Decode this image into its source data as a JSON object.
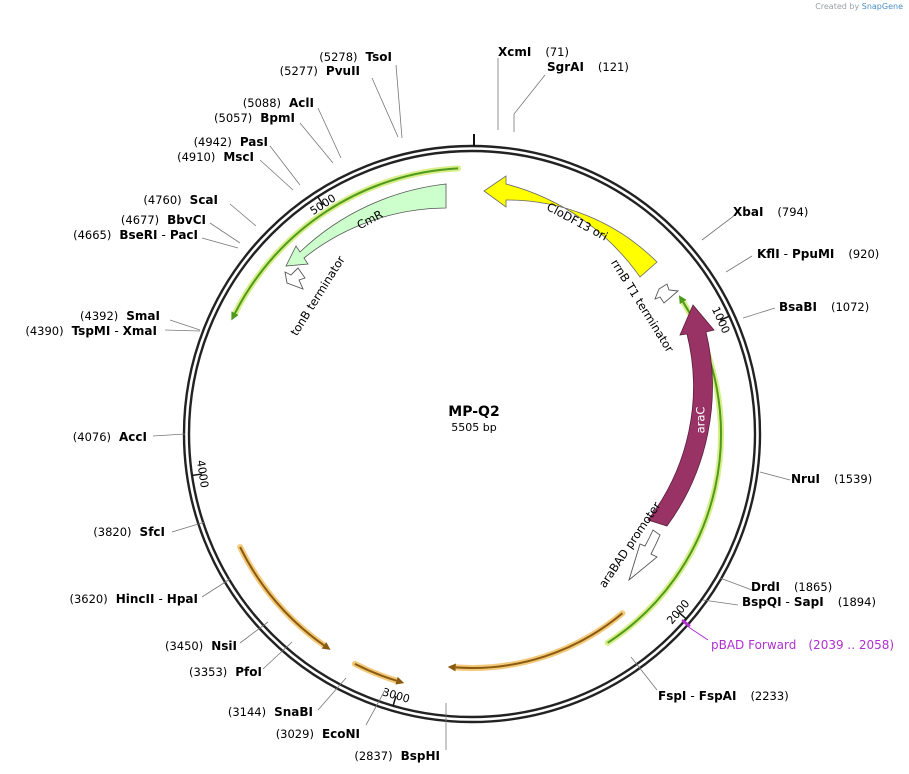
{
  "credit": {
    "prefix": "Created by",
    "brand": "SnapGene"
  },
  "plasmid": {
    "name": "MP-Q2",
    "length": "5505 bp",
    "total_bp": 5505
  },
  "ticks": [
    {
      "label": "1000",
      "bp": 1000
    },
    {
      "label": "2000",
      "bp": 2000
    },
    {
      "label": "3000",
      "bp": 3000
    },
    {
      "label": "4000",
      "bp": 4000
    },
    {
      "label": "5000",
      "bp": 5000
    }
  ],
  "enzymes": [
    {
      "id": "xcmi",
      "names": [
        "XcmI"
      ],
      "pos": "(71)",
      "bp": 71
    },
    {
      "id": "sgrai",
      "names": [
        "SgrAI"
      ],
      "pos": "(121)",
      "bp": 121
    },
    {
      "id": "xbai",
      "names": [
        "XbaI"
      ],
      "pos": "(794)",
      "bp": 794
    },
    {
      "id": "kfli",
      "names": [
        "KflI",
        "PpuMI"
      ],
      "pos": "(920)",
      "bp": 920
    },
    {
      "id": "bsabi",
      "names": [
        "BsaBI"
      ],
      "pos": "(1072)",
      "bp": 1072
    },
    {
      "id": "nrui",
      "names": [
        "NruI"
      ],
      "pos": "(1539)",
      "bp": 1539
    },
    {
      "id": "drdi",
      "names": [
        "DrdI"
      ],
      "pos": "(1865)",
      "bp": 1865
    },
    {
      "id": "bspqi",
      "names": [
        "BspQI",
        "SapI"
      ],
      "pos": "(1894)",
      "bp": 1894
    },
    {
      "id": "fspi",
      "names": [
        "FspI",
        "FspAI"
      ],
      "pos": "(2233)",
      "bp": 2233
    },
    {
      "id": "tsoi",
      "names": [
        "TsoI"
      ],
      "pos": "(5278)",
      "bp": 5278
    },
    {
      "id": "pvuii",
      "names": [
        "PvuII"
      ],
      "pos": "(5277)",
      "bp": 5277
    },
    {
      "id": "acli",
      "names": [
        "AclI"
      ],
      "pos": "(5088)",
      "bp": 5088
    },
    {
      "id": "bpmi",
      "names": [
        "BpmI"
      ],
      "pos": "(5057)",
      "bp": 5057
    },
    {
      "id": "pasi",
      "names": [
        "PasI"
      ],
      "pos": "(4942)",
      "bp": 4942
    },
    {
      "id": "msci",
      "names": [
        "MscI"
      ],
      "pos": "(4910)",
      "bp": 4910
    },
    {
      "id": "scai",
      "names": [
        "ScaI"
      ],
      "pos": "(4760)",
      "bp": 4760
    },
    {
      "id": "bbvci",
      "names": [
        "BbvCI"
      ],
      "pos": "(4677)",
      "bp": 4677
    },
    {
      "id": "bseri",
      "names": [
        "BseRI",
        "PacI"
      ],
      "pos": "(4665)",
      "bp": 4665
    },
    {
      "id": "smai",
      "names": [
        "SmaI"
      ],
      "pos": "(4392)",
      "bp": 4392
    },
    {
      "id": "tspmi",
      "names": [
        "TspMI",
        "XmaI"
      ],
      "pos": "(4390)",
      "bp": 4390
    },
    {
      "id": "acci",
      "names": [
        "AccI"
      ],
      "pos": "(4076)",
      "bp": 4076
    },
    {
      "id": "sfci",
      "names": [
        "SfcI"
      ],
      "pos": "(3820)",
      "bp": 3820
    },
    {
      "id": "hincii",
      "names": [
        "HincII",
        "HpaI"
      ],
      "pos": "(3620)",
      "bp": 3620
    },
    {
      "id": "nsii",
      "names": [
        "NsiI"
      ],
      "pos": "(3450)",
      "bp": 3450
    },
    {
      "id": "pfoi",
      "names": [
        "PfoI"
      ],
      "pos": "(3353)",
      "bp": 3353
    },
    {
      "id": "snabi",
      "names": [
        "SnaBI"
      ],
      "pos": "(3144)",
      "bp": 3144
    },
    {
      "id": "econi",
      "names": [
        "EcoNI"
      ],
      "pos": "(3029)",
      "bp": 3029
    },
    {
      "id": "bsphi",
      "names": [
        "BspHI"
      ],
      "pos": "(2837)",
      "bp": 2837
    }
  ],
  "primer": {
    "label": "pBAD Forward",
    "range": "(2039 .. 2058)",
    "start": 2039,
    "end": 2058,
    "color": "#b030d0"
  },
  "features": [
    {
      "id": "cloDF13-ori",
      "label": "CloDF13 ori",
      "type": "rep_origin",
      "color": "#ffff00"
    },
    {
      "id": "araC",
      "label": "araC",
      "type": "CDS",
      "color": "#993366"
    },
    {
      "id": "araBAD-promoter",
      "label": "araBAD promoter",
      "type": "promoter",
      "color": "#ffffff"
    },
    {
      "id": "rrnB-T1-terminator",
      "label": "rrnB T1 terminator",
      "type": "terminator",
      "color": "#ffffff"
    },
    {
      "id": "CmR",
      "label": "CmR",
      "type": "CDS",
      "color": "#ccffcc"
    },
    {
      "id": "tonB-terminator",
      "label": "tonB terminator",
      "type": "terminator",
      "color": "#ffffff"
    }
  ],
  "orfs": [
    {
      "id": "orf-green-right",
      "color": "#4f9a1a",
      "glow": "#d7ee8a"
    },
    {
      "id": "orf-green-top",
      "color": "#4f9a1a",
      "glow": "#d7ee8a"
    },
    {
      "id": "orf-orange-bottom",
      "color": "#8a5a10",
      "glow": "#f3c97a"
    },
    {
      "id": "orf-orange-left",
      "color": "#8a5a10",
      "glow": "#f3c97a"
    }
  ]
}
